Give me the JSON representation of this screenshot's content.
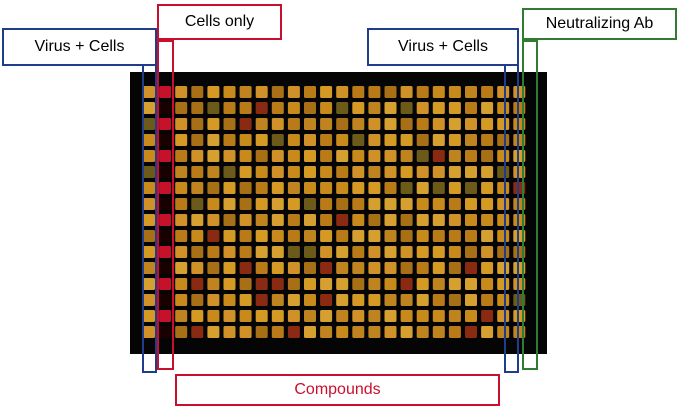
{
  "labels": {
    "cells_only": "Cells only",
    "virus_cells_left": "Virus + Cells",
    "virus_cells_right": "Virus + Cells",
    "neutralizing_ab": "Neutralizing Ab",
    "compounds": "Compounds"
  },
  "plate": {
    "rows": 16,
    "columns": 24
  },
  "colors": {
    "blue": "#1f3d8a",
    "red": "#c8102e",
    "green": "#2e7d32",
    "plate": "#050505",
    "well_base": "#c88a1e"
  }
}
